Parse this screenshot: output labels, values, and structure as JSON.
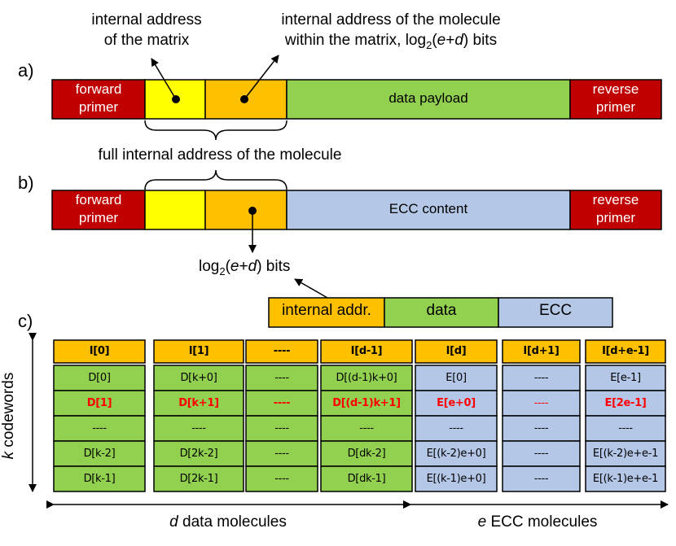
{
  "colors": {
    "primer": "#c00000",
    "yellow": "#ffff00",
    "orange": "#ffc000",
    "green": "#92d050",
    "blue": "#b4c7e7",
    "red_text": "#ff0000"
  },
  "panel_labels": {
    "a": "a)",
    "b": "b)",
    "c": "c)"
  },
  "top_annotations": {
    "matrix_address": [
      "internal address",
      "of the matrix"
    ],
    "molecule_address_line1": "internal address of the molecule",
    "molecule_address_line2_prefix": "within the matrix, log",
    "molecule_address_sub": "2",
    "molecule_address_line2_suffix": "(",
    "molecule_address_var_e": "e",
    "molecule_address_plus": "+",
    "molecule_address_var_d": "d",
    "molecule_address_end": ") bits"
  },
  "strand_a": {
    "forward_primer": [
      "forward",
      "primer"
    ],
    "payload": "data payload",
    "reverse_primer": [
      "reverse",
      "primer"
    ]
  },
  "full_address_label": "full internal address of the molecule",
  "strand_b": {
    "forward_primer": [
      "forward",
      "primer"
    ],
    "payload": "ECC content",
    "reverse_primer": [
      "reverse",
      "primer"
    ]
  },
  "bits_label": {
    "prefix": "log",
    "sub": "2",
    "open": "(",
    "var_e": "e",
    "plus": "+",
    "var_d": "d",
    "close": ") bits"
  },
  "legend": {
    "address": "internal addr.",
    "data": "data",
    "ecc": "ECC"
  },
  "matrix": {
    "headers": [
      "I[0]",
      "I[1]",
      "----",
      "I[d-1]",
      "I[d]",
      "I[d+1]",
      "I[d+e-1]"
    ],
    "rows": [
      [
        "D[0]",
        "D[k+0]",
        "----",
        "D[(d-1)k+0]",
        "E[0]",
        "----",
        "E[e-1]"
      ],
      [
        "D[1]",
        "D[k+1]",
        "----",
        "D[(d-1)k+1]",
        "E[e+0]",
        "----",
        "E[2e-1]"
      ],
      [
        "----",
        "----",
        "----",
        "----",
        "----",
        "----",
        "----"
      ],
      [
        "D[k-2]",
        "D[2k-2]",
        "----",
        "D[dk-2]",
        "E[(k-2)e+0]",
        "----",
        "E[(k-2)e+e-1"
      ],
      [
        "D[k-1]",
        "D[2k-1]",
        "----",
        "D[dk-1]",
        "E[(k-1)e+0]",
        "----",
        "E[(k-1)e+e-1"
      ]
    ],
    "highlight_row": 1
  },
  "k_axis": {
    "var": "k",
    "text": " codewords"
  },
  "d_axis": {
    "var": "d",
    "text": " data molecules"
  },
  "e_axis": {
    "var": "e",
    "text": " ECC molecules"
  }
}
